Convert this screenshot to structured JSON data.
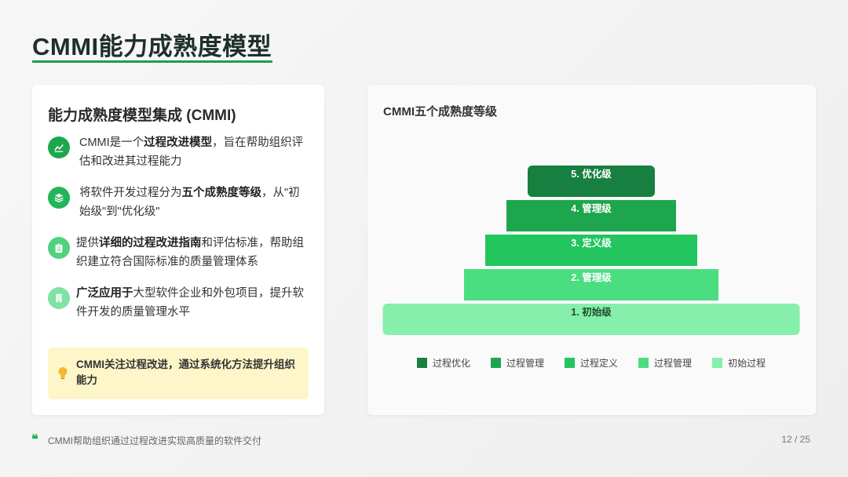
{
  "slide": {
    "title": "CMMI能力成熟度模型",
    "footer": "CMMI帮助组织通过过程改进实现高质量的软件交付",
    "page": "12 / 25"
  },
  "left_card": {
    "heading": "能力成熟度模型集成 (CMMI)",
    "points": [
      {
        "icon": "chart-line-icon",
        "pre": "CMMI是一个",
        "bold": "过程改进模型",
        "post": "，旨在帮助组织评估和改进其过程能力"
      },
      {
        "icon": "layers-icon",
        "pre": "将软件开发过程分为",
        "bold": "五个成熟度等级",
        "post": "，从\"初始级\"到\"优化级\""
      },
      {
        "icon": "clipboard-icon",
        "pre": "提供",
        "bold": "详细的过程改进指南",
        "post": "和评估标准，帮助组织建立符合国际标准的质量管理体系"
      },
      {
        "icon": "building-icon",
        "pre": "",
        "bold": "广泛应用于",
        "post": "大型软件企业和外包项目，提升软件开发的质量管理水平"
      }
    ],
    "note": "CMMI关注过程改进，通过系统化方法提升组织能力",
    "note_icon": "lightbulb-icon"
  },
  "chart_data": {
    "type": "pyramid",
    "title": "CMMI五个成熟度等级",
    "levels": [
      {
        "level": 5,
        "label": "5. 优化级",
        "color": "#178040"
      },
      {
        "level": 4,
        "label": "4. 管理级",
        "color": "#1ea64f"
      },
      {
        "level": 3,
        "label": "3. 定义级",
        "color": "#22c55e"
      },
      {
        "level": 2,
        "label": "2. 管理级",
        "color": "#4ade80"
      },
      {
        "level": 1,
        "label": "1. 初始级",
        "color": "#86efac"
      }
    ],
    "legend": [
      {
        "label": "过程优化",
        "color": "#178040"
      },
      {
        "label": "过程管理",
        "color": "#1ea64f"
      },
      {
        "label": "过程定义",
        "color": "#22c55e"
      },
      {
        "label": "过程管理",
        "color": "#4ade80"
      },
      {
        "label": "初始过程",
        "color": "#86efac"
      }
    ],
    "legend_position": "bottom"
  }
}
